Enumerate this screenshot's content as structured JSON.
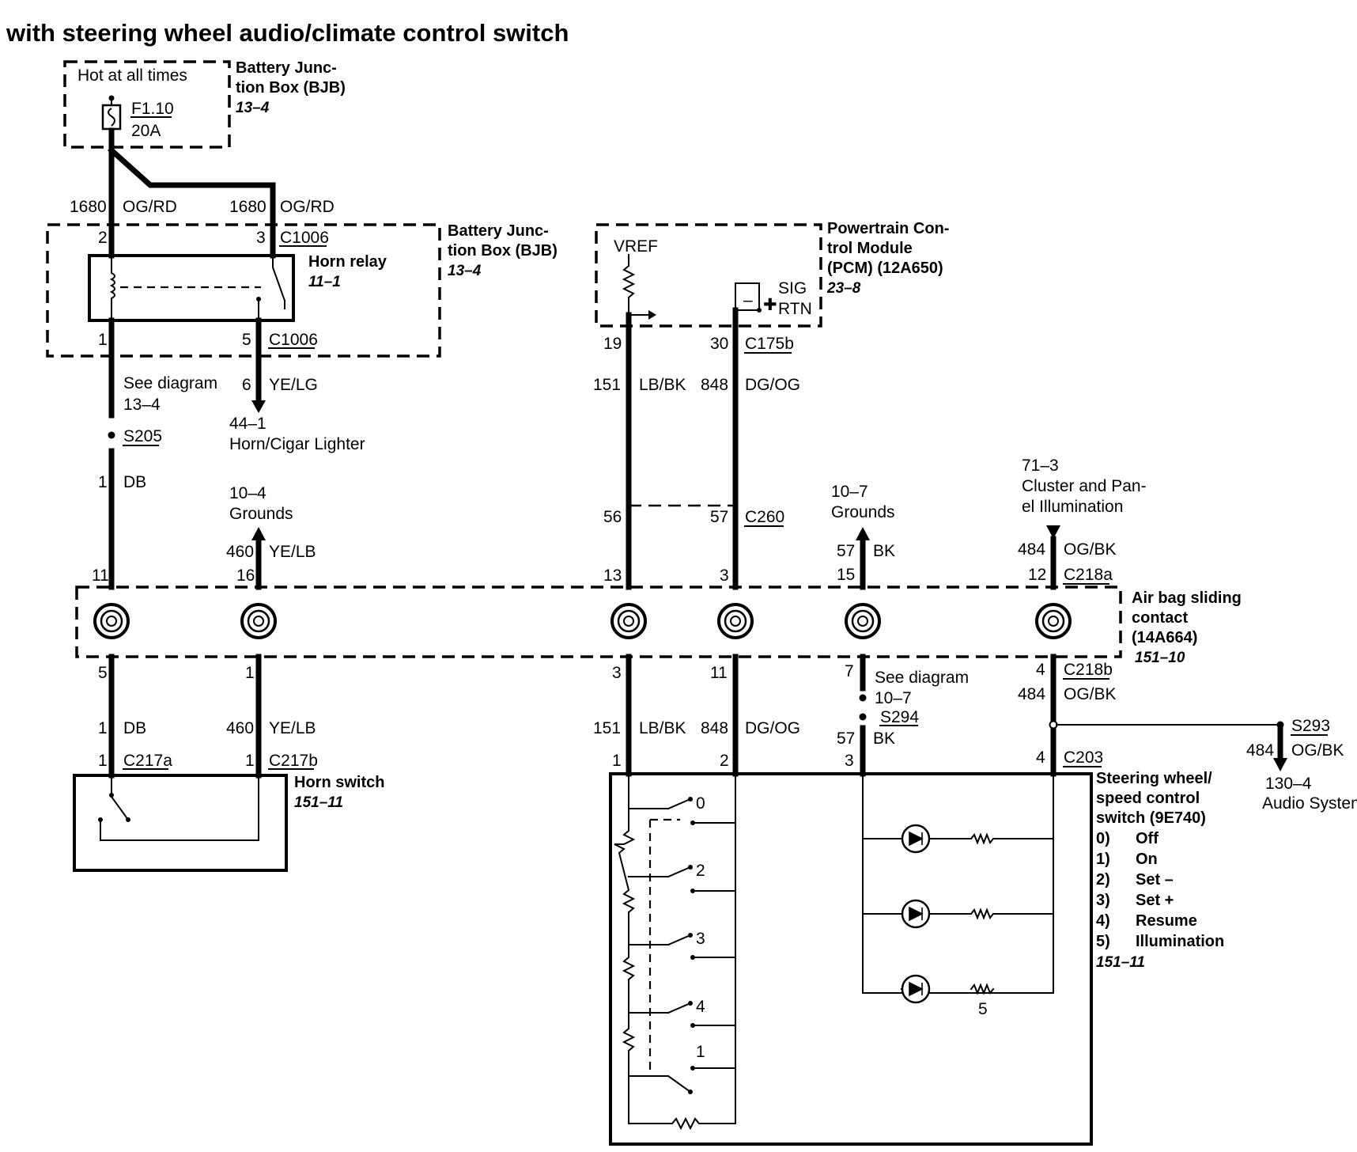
{
  "title": "with steering wheel audio/climate control switch",
  "bjb_top": {
    "hot": "Hot at all times",
    "fuse": "F1.10",
    "amps": "20A",
    "name_1": "Battery Junc-",
    "name_2": "tion Box (BJB)",
    "ref": "13–4"
  },
  "wires_top": {
    "left_circuit": "1680",
    "left_color": "OG/RD",
    "right_circuit": "1680",
    "right_color": "OG/RD"
  },
  "bjb_relay": {
    "pin2": "2",
    "pin3": "3",
    "conn_top": "C1006",
    "relay_name": "Horn relay",
    "relay_ref": "11–1",
    "pin1": "1",
    "pin5": "5",
    "conn_bottom": "C1006",
    "name_1": "Battery Junc-",
    "name_2": "tion Box (BJB)",
    "ref": "13–4"
  },
  "left_col": {
    "see_1": "See diagram",
    "see_2": "13–4",
    "splice": "S205",
    "circ": "1",
    "color": "DB",
    "pin_upper": "11",
    "pin_lower": "5",
    "circ2": "1",
    "color2": "DB",
    "conn_pin": "1",
    "conn": "C217a"
  },
  "yelg": {
    "pin": "6",
    "color": "YE/LG",
    "ref": "44–1",
    "name": "Horn/Cigar Lighter"
  },
  "grounds_left": {
    "ref": "10–4",
    "name": "Grounds",
    "circ": "460",
    "color": "YE/LB",
    "pin_upper": "16",
    "pin_lower": "1",
    "circ2": "460",
    "color2": "YE/LB",
    "conn_pin": "1",
    "conn": "C217b"
  },
  "horn_switch": {
    "name": "Horn switch",
    "ref": "151–11"
  },
  "pcm": {
    "name_1": "Powertrain Con-",
    "name_2": "trol Module",
    "name_3": "(PCM) (12A650)",
    "ref": "23–8",
    "vref": "VREF",
    "sig": "SIG",
    "rtn": "RTN",
    "pin19": "19",
    "pin30": "30",
    "conn": "C175b"
  },
  "pcm_wires": {
    "c1": "151",
    "col1": "LB/BK",
    "c2": "848",
    "col2": "DG/OG",
    "pin56": "56",
    "pin57": "57",
    "c260": "C260",
    "pin13": "13",
    "pin3": "3",
    "pin3b": "3",
    "pin11": "11",
    "c1b": "151",
    "col1b": "LB/BK",
    "c2b": "848",
    "col2b": "DG/OG",
    "pin1": "1",
    "pin2": "2"
  },
  "grounds_right": {
    "ref": "10–7",
    "name": "Grounds",
    "circ": "57",
    "color": "BK",
    "pin_upper": "15",
    "pin_lower": "7",
    "see_1": "See diagram",
    "see_2": "10–7",
    "splice": "S294",
    "circ2": "57",
    "color2": "BK",
    "pin3": "3"
  },
  "illum": {
    "ref": "71–3",
    "name_1": "Cluster and Pan-",
    "name_2": "el Illumination",
    "circ": "484",
    "color": "OG/BK",
    "pin_upper": "12",
    "conn_a": "C218a",
    "pin_lower": "4",
    "conn_b": "C218b",
    "circ2": "484",
    "color2": "OG/BK",
    "pin4": "4",
    "conn_c": "C203"
  },
  "airbag": {
    "name_1": "Air bag sliding",
    "name_2": "contact",
    "name_3": "(14A664)",
    "ref": "151–10"
  },
  "audio": {
    "splice": "S293",
    "circ": "484",
    "color": "OG/BK",
    "ref": "130–4",
    "name": "Audio System"
  },
  "steering": {
    "name_1": "Steering wheel/",
    "name_2": "speed control",
    "name_3": "switch (9E740)",
    "items": [
      {
        "num": "0)",
        "label": "Off"
      },
      {
        "num": "1)",
        "label": "On"
      },
      {
        "num": "2)",
        "label": "Set –"
      },
      {
        "num": "3)",
        "label": "Set +"
      },
      {
        "num": "4)",
        "label": "Resume"
      },
      {
        "num": "5)",
        "label": "Illumination"
      }
    ],
    "ref": "151–11",
    "sw0": "0",
    "sw2": "2",
    "sw3": "3",
    "sw4": "4",
    "sw1": "1",
    "lamp": "5"
  }
}
